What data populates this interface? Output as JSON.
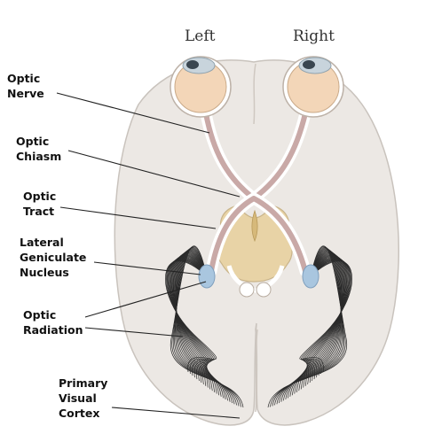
{
  "headings": {
    "left": "Left",
    "right": "Right"
  },
  "labels": [
    {
      "id": "optic-nerve",
      "lines": [
        "Optic",
        "Nerve"
      ]
    },
    {
      "id": "optic-chiasm",
      "lines": [
        "Optic",
        "Chiasm"
      ]
    },
    {
      "id": "optic-tract",
      "lines": [
        "Optic",
        "Tract"
      ]
    },
    {
      "id": "lateral-geniculate-nucleus",
      "lines": [
        "Lateral",
        "Geniculate",
        "Nucleus"
      ]
    },
    {
      "id": "optic-radiation",
      "lines": [
        "Optic",
        "Radiation"
      ]
    },
    {
      "id": "primary-visual-cortex",
      "lines": [
        "Primary",
        "Visual",
        "Cortex"
      ]
    }
  ],
  "colors": {
    "brain": "#ece8e4",
    "brain_outline": "#c9c3bd",
    "eyeball": "#f3d6b8",
    "lens": "#c8d4dc",
    "pathway": "#c9a9a7",
    "thalamus": "#e8d3a6",
    "lgn": "#a9c6df",
    "fibers": "#2a2a2a"
  }
}
